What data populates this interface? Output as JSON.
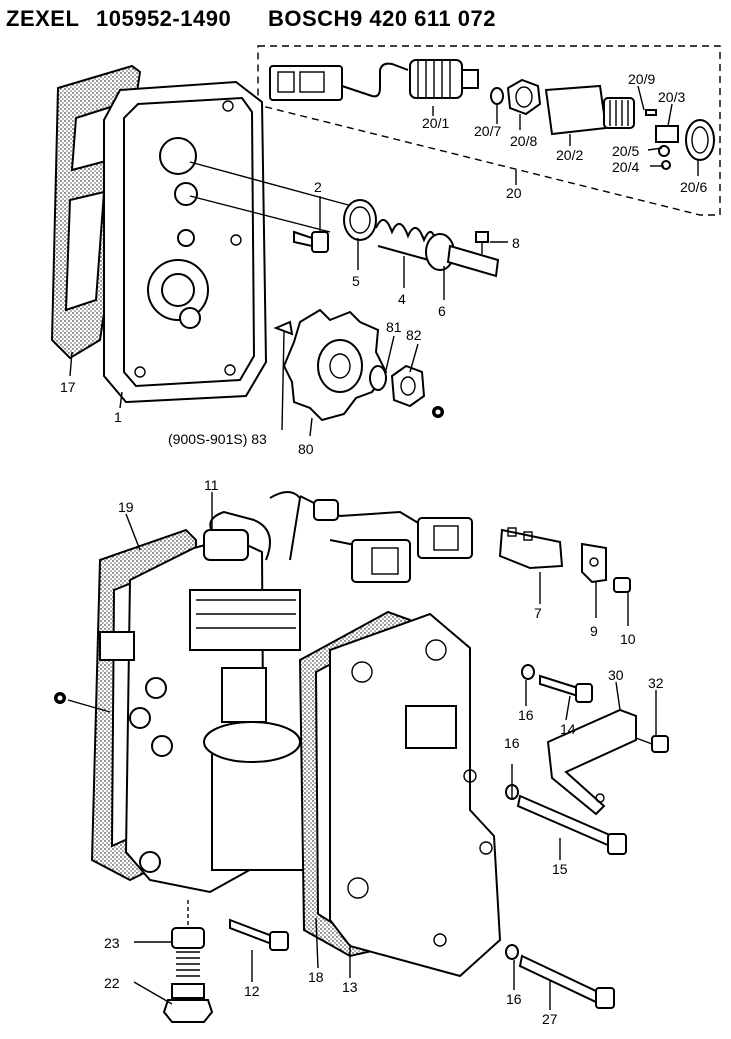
{
  "header": {
    "maker": "ZEXEL",
    "maker_part_number": "105952-1490",
    "oem": "BOSCH",
    "oem_part_number": "9 420 611 072"
  },
  "callouts": {
    "c1": "1",
    "c2": "2",
    "c4": "4",
    "c5": "5",
    "c6": "6",
    "c7": "7",
    "c8": "8",
    "c9": "9",
    "c10": "10",
    "c11": "11",
    "c12": "12",
    "c13": "13",
    "c14": "14",
    "c15": "15",
    "c16a": "16",
    "c16b": "16",
    "c16c": "16",
    "c17": "17",
    "c18": "18",
    "c19": "19",
    "c20": "20",
    "c20_1": "20/1",
    "c20_2": "20/2",
    "c20_3": "20/3",
    "c20_4": "20/4",
    "c20_5": "20/5",
    "c20_6": "20/6",
    "c20_7": "20/7",
    "c20_8": "20/8",
    "c20_9": "20/9",
    "c22": "22",
    "c23": "23",
    "c27": "27",
    "c30": "30",
    "c32": "32",
    "c80": "80",
    "c81": "81",
    "c82": "82",
    "c83": "(900S-901S) 83"
  }
}
